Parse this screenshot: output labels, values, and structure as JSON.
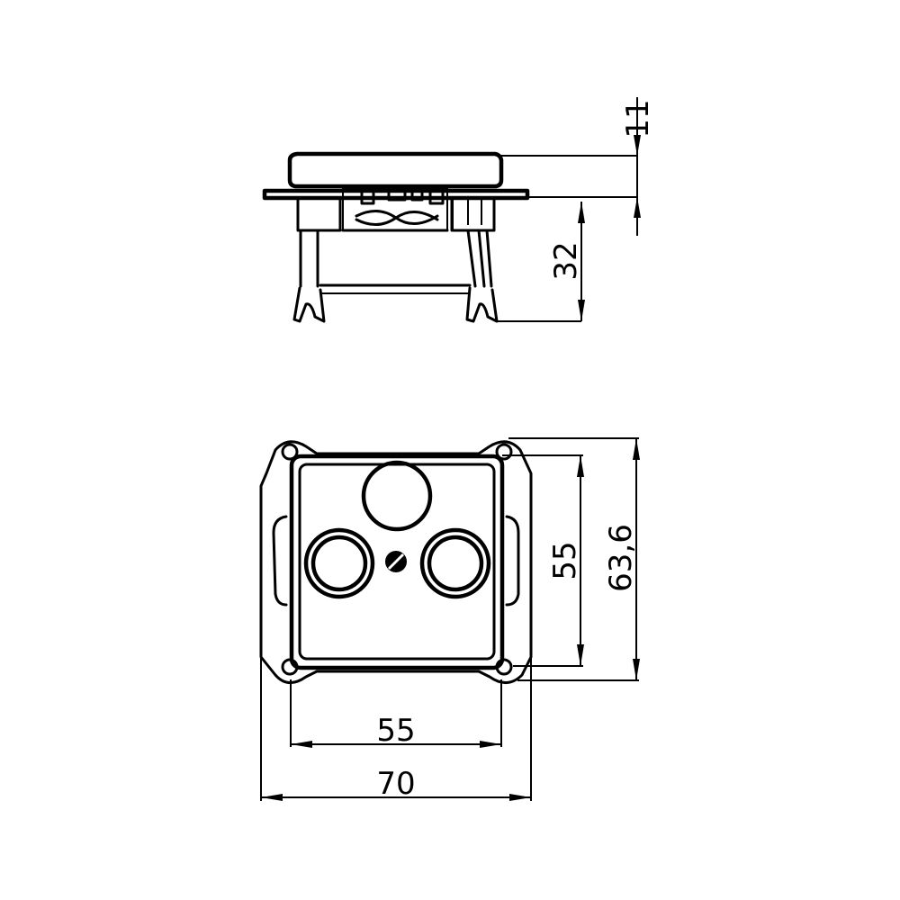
{
  "drawing": {
    "title": "TV/R/SAT socket technical drawing",
    "views": [
      {
        "name": "side-view",
        "description": "Side elevation of socket with mounting claws"
      },
      {
        "name": "front-view",
        "description": "Front view of socket with cover plate, three connectors and mounting frame"
      }
    ],
    "colors": {
      "line": "#000000",
      "background": "#ffffff"
    }
  },
  "dimensions": {
    "cover_thickness": "11",
    "mounting_depth": "32",
    "inner_height": "55",
    "outer_height": "63,6",
    "inner_width": "55",
    "outer_width": "70"
  },
  "connectors": [
    {
      "name": "top-connector",
      "position": "top-center"
    },
    {
      "name": "left-connector",
      "position": "middle-left"
    },
    {
      "name": "right-connector",
      "position": "middle-right"
    },
    {
      "name": "center-screw",
      "position": "center"
    }
  ]
}
